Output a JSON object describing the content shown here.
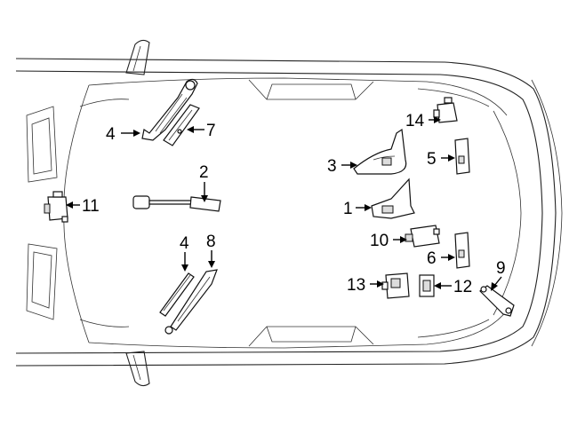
{
  "diagram": {
    "callouts": [
      {
        "id": "c1",
        "text": "1"
      },
      {
        "id": "c2",
        "text": "2"
      },
      {
        "id": "c3",
        "text": "3"
      },
      {
        "id": "c4a",
        "text": "4"
      },
      {
        "id": "c4b",
        "text": "4"
      },
      {
        "id": "c5",
        "text": "5"
      },
      {
        "id": "c6",
        "text": "6"
      },
      {
        "id": "c7",
        "text": "7"
      },
      {
        "id": "c8",
        "text": "8"
      },
      {
        "id": "c9",
        "text": "9"
      },
      {
        "id": "c10",
        "text": "10"
      },
      {
        "id": "c11",
        "text": "11"
      },
      {
        "id": "c12",
        "text": "12"
      },
      {
        "id": "c13",
        "text": "13"
      },
      {
        "id": "c14",
        "text": "14"
      }
    ]
  }
}
